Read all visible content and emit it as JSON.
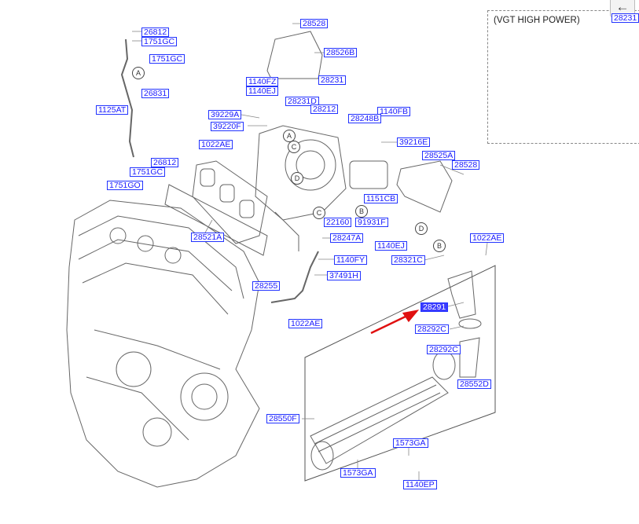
{
  "inset": {
    "title": "(VGT HIGH POWER)",
    "part": "28231"
  },
  "nav": {
    "back_symbol": "←"
  },
  "callouts": [
    "A",
    "A",
    "B",
    "B",
    "C",
    "C",
    "D",
    "D"
  ],
  "parts": [
    "26812",
    "1751GC",
    "1751GC",
    "26831",
    "1125AT",
    "26812",
    "1751GC",
    "1751GO",
    "28528",
    "28526B",
    "1140FZ",
    "1140EJ",
    "28231",
    "28231D",
    "28212",
    "1140FB",
    "39229A",
    "28248B",
    "39220F",
    "39216E",
    "1022AE",
    "28525A",
    "28528",
    "1151CB",
    "22160",
    "91931F",
    "28521A",
    "28247A",
    "1140EJ",
    "1022AE",
    "28321C",
    "1140FY",
    "37491H",
    "28255",
    "1022AE",
    "28291",
    "28292C",
    "28292C",
    "28552D",
    "28550F",
    "1573GA",
    "1573GA",
    "1140EP"
  ],
  "colors": {
    "label_border": "#2233ff",
    "label_text": "#1a1aff",
    "highlight": "#3b3bff",
    "arrow": "#e01010"
  }
}
